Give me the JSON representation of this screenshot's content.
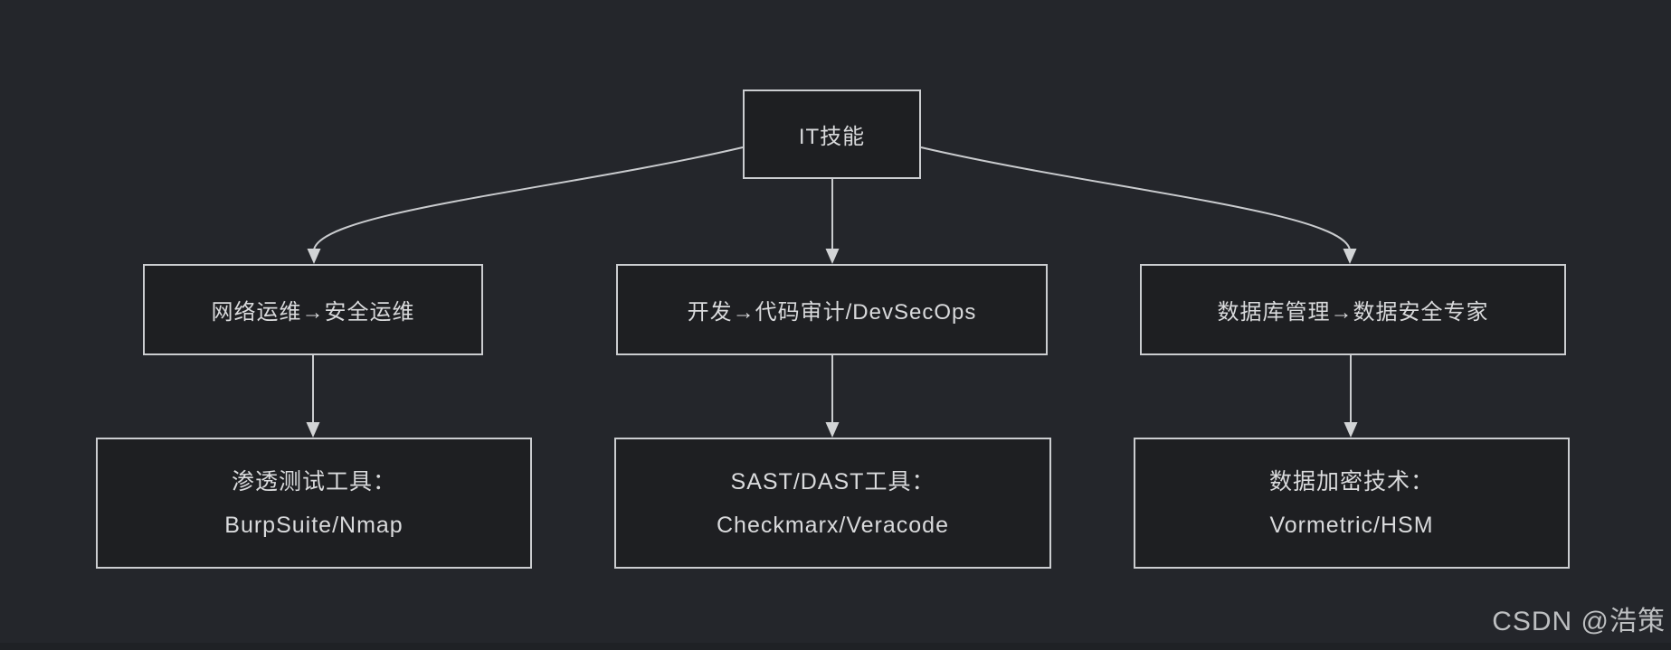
{
  "diagram": {
    "root_node": {
      "label": "IT技能"
    },
    "branch_nodes": [
      {
        "label": "网络运维→安全运维"
      },
      {
        "label": "开发→代码审计/DevSecOps"
      },
      {
        "label": "数据库管理→数据安全专家"
      }
    ],
    "leaf_nodes": [
      {
        "line1": "渗透测试工具：",
        "line2": "BurpSuite/Nmap"
      },
      {
        "line1": "SAST/DAST工具：",
        "line2": "Checkmarx/Veracode"
      },
      {
        "line1": "数据加密技术：",
        "line2": "Vormetric/HSM"
      }
    ],
    "colors": {
      "background": "#24262b",
      "node_fill": "#1e1f22",
      "node_border": "#cbcdd0",
      "text": "#d9dadc",
      "edge": "#c9cbce"
    },
    "watermark": "CSDN @浩策"
  }
}
